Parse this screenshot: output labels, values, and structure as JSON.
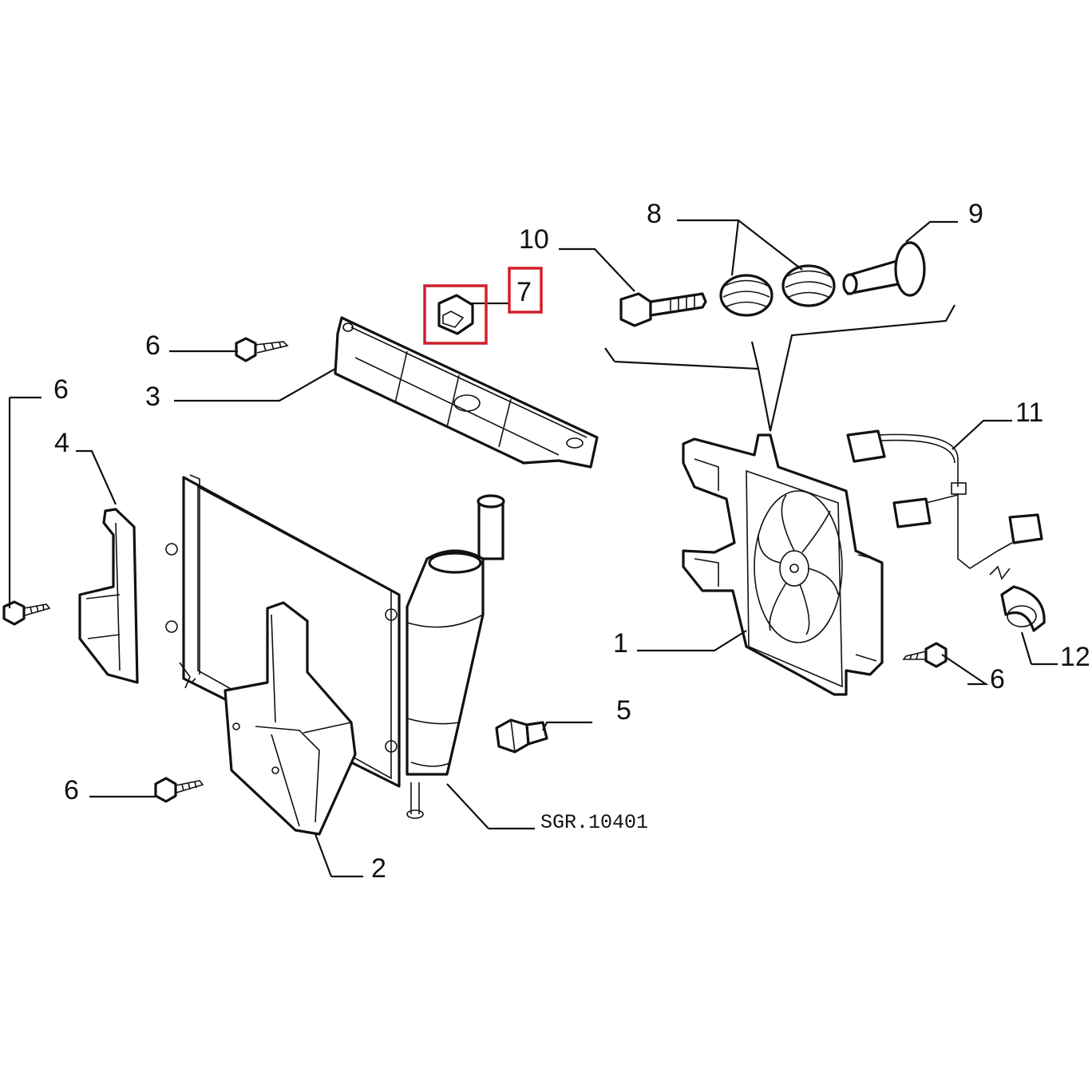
{
  "diagram": {
    "reference_code": "SGR.10401",
    "highlight_color": "#d0202a",
    "callouts": [
      {
        "id": "1",
        "label": "1"
      },
      {
        "id": "2",
        "label": "2"
      },
      {
        "id": "3",
        "label": "3"
      },
      {
        "id": "4",
        "label": "4"
      },
      {
        "id": "5",
        "label": "5"
      },
      {
        "id": "6a",
        "label": "6"
      },
      {
        "id": "6b",
        "label": "6"
      },
      {
        "id": "6c",
        "label": "6"
      },
      {
        "id": "6d",
        "label": "6"
      },
      {
        "id": "7",
        "label": "7"
      },
      {
        "id": "8",
        "label": "8"
      },
      {
        "id": "9",
        "label": "9"
      },
      {
        "id": "10",
        "label": "10"
      },
      {
        "id": "11",
        "label": "11"
      },
      {
        "id": "12",
        "label": "12"
      }
    ],
    "highlighted_callout": "7"
  }
}
